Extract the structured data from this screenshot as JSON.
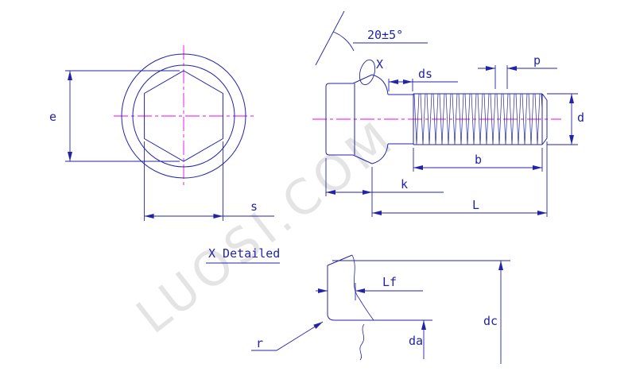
{
  "drawing": {
    "watermark": "LUOSI.COM",
    "angle_label": "20±5°",
    "detail_title": "X Detailed",
    "labels": {
      "e": "e",
      "s": "s",
      "x_marker": "X",
      "ds": "ds",
      "p": "p",
      "d": "d",
      "b": "b",
      "k": "k",
      "length": "L",
      "lf": "Lf",
      "r": "r",
      "da": "da",
      "dc": "dc"
    },
    "colors": {
      "line": "#2323a8",
      "centerline": "#f000f0",
      "watermark": "#e4e4e4",
      "background": "#ffffff"
    }
  }
}
